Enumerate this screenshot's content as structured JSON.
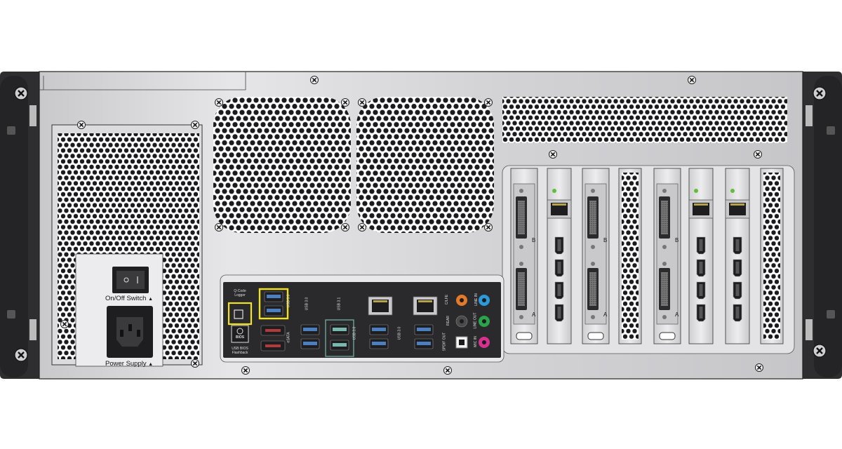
{
  "panel": {
    "power_switch_label": "On/Off Switch",
    "power_supply_label": "Power Supply",
    "warning_glyph": "▲",
    "qcode_label": "Q-Code\nLogger",
    "bios_button_label": "BIOS",
    "usb_bios_label": "USB BIOS\nFlashback",
    "port_labels": {
      "usb30_a": "USB 3.0",
      "usb30_b": "USB 3.0",
      "usb31": "USB 3.1",
      "usb30_c": "USB 3.0",
      "usb30_d": "USB 3.0",
      "esata": "eSATA",
      "clfe": "C/LFE",
      "rear": "REAR",
      "spdif": "SPDIF OUT",
      "line_in": "LINE IN",
      "line_out": "LINE OUT",
      "mic_in": "MIC IN"
    },
    "card_port_labels": {
      "top": "B",
      "bottom": "A"
    }
  },
  "colors": {
    "chassis": "#d9d9db",
    "ear": "#2e2e30",
    "vent_dark": "#1b1b1d",
    "io_plate": "#2a2a2c",
    "usb3_blue": "#4c7fc0",
    "usb31_teal": "#79b8ad",
    "highlight_yellow": "#f2e21d",
    "esata_red": "#b33a3a",
    "audio_orange": "#e27a2a",
    "audio_blue": "#2b9ad6",
    "audio_gray": "#4a4a4a",
    "audio_green": "#2aa34a",
    "audio_pink": "#d92f8f",
    "led_green": "#5fbf3a"
  }
}
